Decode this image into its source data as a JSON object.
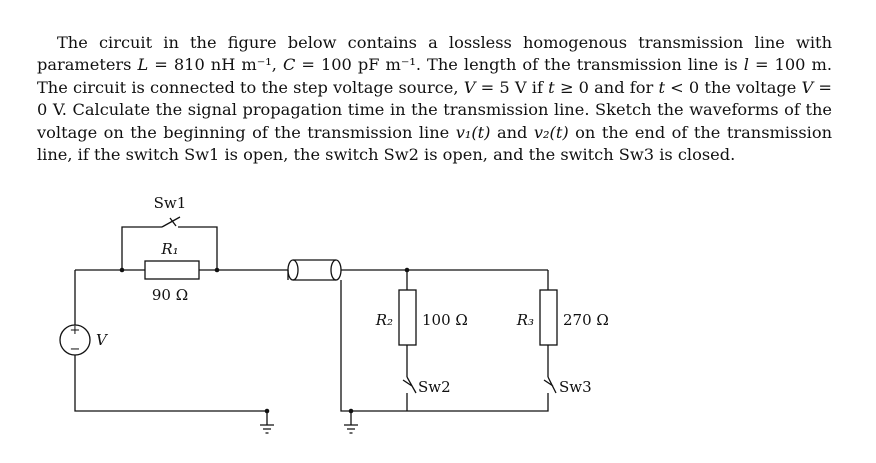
{
  "problem": {
    "t1": "The circuit in the figure below contains a lossless homogenous transmission line with parameters ",
    "L_sym": "L",
    "L_val": " = 810 nH m⁻¹, ",
    "C_sym": "C",
    "C_val": " = 100 pF m⁻¹. The length of the transmission line is ",
    "l_sym": "l",
    "l_val": " = 100 m. The circuit is connected to the step voltage source, ",
    "V_sym1": "V",
    "V_pos": " = 5 V if ",
    "t_sym1": "t",
    "t_pos": " ≥ 0 and for ",
    "t_sym2": "t",
    "t_neg": " < 0 the voltage ",
    "V_sym2": "V",
    "V_zero": " = 0 V. Calculate the signal propagation time in the transmission line. Sketch the waveforms of the voltage on the beginning of the transmission line ",
    "v1": "v₁(t)",
    "mid": " and ",
    "v2": "v₂(t)",
    "tail": " on the end of the transmission line, if the switch Sw1 is open, the switch Sw2 is open, and the switch Sw3 is closed."
  },
  "circuit": {
    "sw1_label": "Sw1",
    "r1_label": "R₁",
    "r1_value": "90 Ω",
    "source_label": "V",
    "r2_label": "R₂",
    "r2_value": "100 Ω",
    "sw2_label": "Sw2",
    "r3_label": "R₃",
    "r3_value": "270 Ω",
    "sw3_label": "Sw3"
  }
}
